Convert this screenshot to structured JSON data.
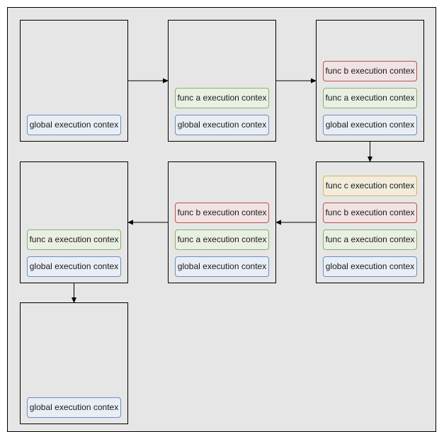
{
  "diagram": {
    "stacks": [
      {
        "id": "step-1",
        "frames": [
          {
            "kind": "global",
            "label": "global execution contex"
          }
        ]
      },
      {
        "id": "step-2",
        "frames": [
          {
            "kind": "global",
            "label": "global execution contex"
          },
          {
            "kind": "func-a",
            "label": "func a execution contex"
          }
        ]
      },
      {
        "id": "step-3",
        "frames": [
          {
            "kind": "global",
            "label": "global execution contex"
          },
          {
            "kind": "func-a",
            "label": "func a execution contex"
          },
          {
            "kind": "func-b",
            "label": "func b execution contex"
          }
        ]
      },
      {
        "id": "step-4",
        "frames": [
          {
            "kind": "global",
            "label": "global execution contex"
          },
          {
            "kind": "func-a",
            "label": "func a execution contex"
          },
          {
            "kind": "func-b",
            "label": "func b execution contex"
          },
          {
            "kind": "func-c",
            "label": "func c execution contex"
          }
        ]
      },
      {
        "id": "step-5",
        "frames": [
          {
            "kind": "global",
            "label": "global execution contex"
          },
          {
            "kind": "func-a",
            "label": "func a execution contex"
          },
          {
            "kind": "func-b",
            "label": "func b execution contex"
          }
        ]
      },
      {
        "id": "step-6",
        "frames": [
          {
            "kind": "global",
            "label": "global execution contex"
          },
          {
            "kind": "func-a",
            "label": "func a execution contex"
          }
        ]
      },
      {
        "id": "step-7",
        "frames": [
          {
            "kind": "global",
            "label": "global execution contex"
          }
        ]
      }
    ],
    "edges": [
      {
        "from": "step-1",
        "to": "step-2"
      },
      {
        "from": "step-2",
        "to": "step-3"
      },
      {
        "from": "step-3",
        "to": "step-4"
      },
      {
        "from": "step-4",
        "to": "step-5"
      },
      {
        "from": "step-5",
        "to": "step-6"
      },
      {
        "from": "step-6",
        "to": "step-7"
      }
    ],
    "colors": {
      "global": {
        "stroke": "#6c8ebf",
        "fill": "#e9eef6"
      },
      "func-a": {
        "stroke": "#82b366",
        "fill": "#e9f0e3"
      },
      "func-b": {
        "stroke": "#b85450",
        "fill": "#f1e3e3"
      },
      "func-c": {
        "stroke": "#d6b656",
        "fill": "#f1ecdc"
      },
      "background": "#e6e6e6",
      "line": "#000000"
    }
  }
}
